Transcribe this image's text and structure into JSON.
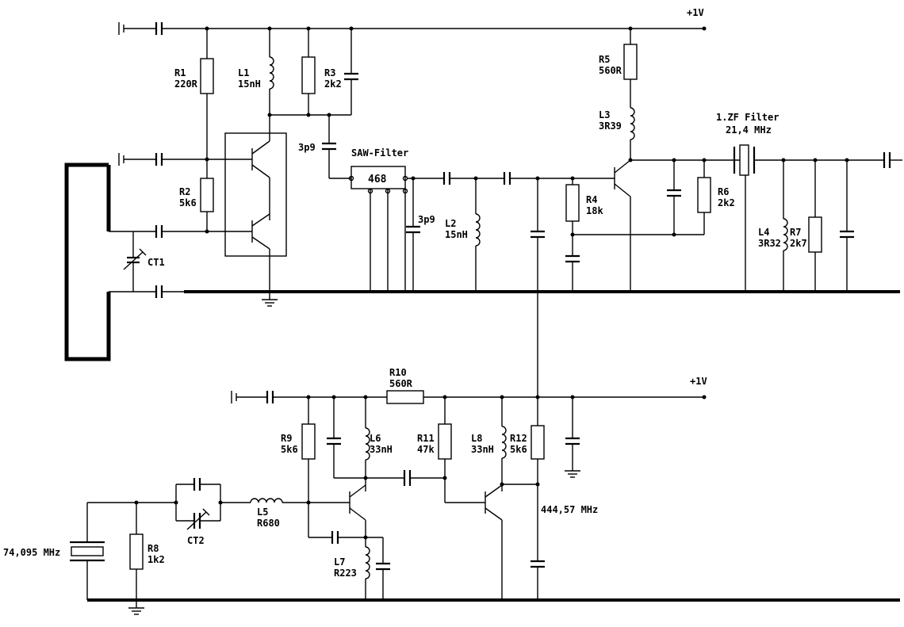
{
  "labels": {
    "vcc_top": "+1V",
    "vcc_bottom": "+1V",
    "r1_name": "R1",
    "r1_value": "220R",
    "l1_name": "L1",
    "l1_value": "15nH",
    "r3_name": "R3",
    "r3_value": "2k2",
    "r2_name": "R2",
    "r2_value": "5k6",
    "c_3p9_a": "3p9",
    "saw_title": "SAW-Filter",
    "saw_part": "468",
    "c_3p9_b": "3p9",
    "l2_name": "L2",
    "l2_value": "15nH",
    "r4_name": "R4",
    "r4_value": "18k",
    "r5_name": "R5",
    "r5_value": "560R",
    "l3_name": "L3",
    "l3_value": "3R39",
    "zf_title": "1.ZF Filter",
    "zf_freq": "21,4 MHz",
    "r6_name": "R6",
    "r6_value": "2k2",
    "l4_name": "L4",
    "l4_value": "3R32",
    "r7_name": "R7",
    "r7_value": "2k7",
    "ct1": "CT1",
    "r10_name": "R10",
    "r10_value": "560R",
    "r9_name": "R9",
    "r9_value": "5k6",
    "l6_name": "L6",
    "l6_value": "33nH",
    "r11_name": "R11",
    "r11_value": "47k",
    "l8_name": "L8",
    "l8_value": "33nH",
    "r12_name": "R12",
    "r12_value": "5k6",
    "lo_freq": "444,57 MHz",
    "l5_name": "L5",
    "l5_value": "R680",
    "ct2": "CT2",
    "r8_name": "R8",
    "r8_value": "1k2",
    "l7_name": "L7",
    "l7_value": "R223",
    "xtal_freq": "74,095 MHz"
  }
}
